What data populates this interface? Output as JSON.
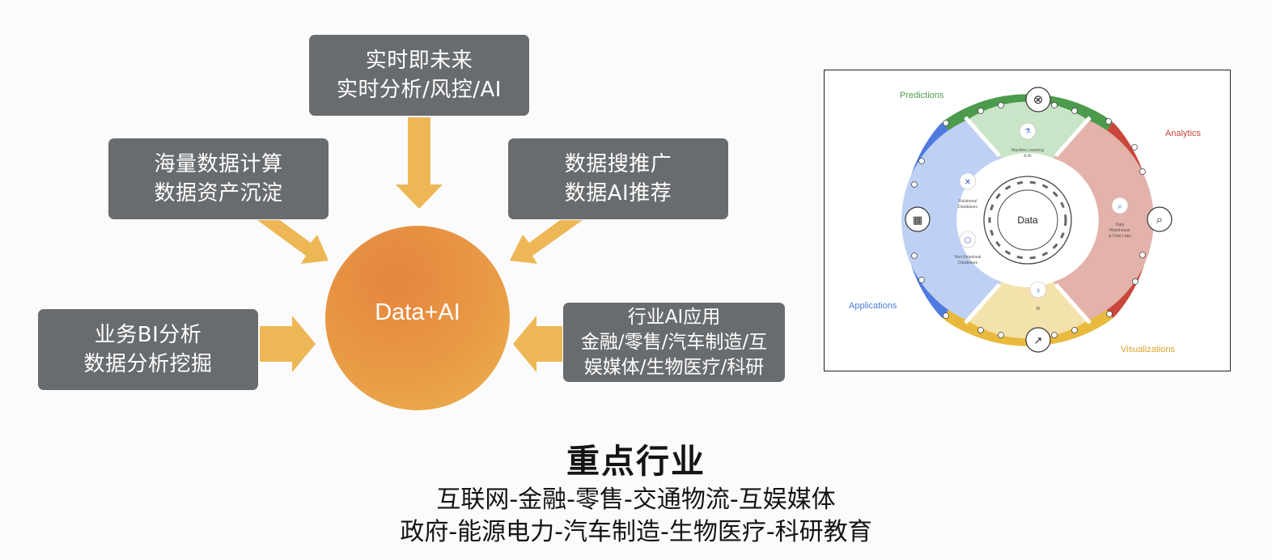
{
  "boxes": {
    "realtime": {
      "line1": "实时即未来",
      "line2": "实时分析/风控/AI"
    },
    "compute": {
      "line1": "海量数据计算",
      "line2": "数据资产沉淀"
    },
    "search": {
      "line1": "数据搜推广",
      "line2": "数据AI推荐"
    },
    "bi": {
      "line1": "业务BI分析",
      "line2": "数据分析挖掘"
    },
    "industry": {
      "line1": "行业AI应用",
      "line2": "金融/零售/汽车制造/互",
      "line3": "娱媒体/生物医疗/科研"
    }
  },
  "hub": {
    "label": "Data+AI"
  },
  "wheel": {
    "center": "Data",
    "outer_labels": {
      "predictions": "Predictions",
      "analytics": "Analytics",
      "applications": "Applications",
      "visualizations": "Visualizations"
    },
    "inner_labels": {
      "ml_line1": "Machine Learning",
      "ml_line2": "& AI",
      "rel_line1": "Relational",
      "rel_line2": "Databases",
      "nonrel_line1": "Non Relational",
      "nonrel_line2": "Databases",
      "dw_line1": "Data",
      "dw_line2": "Warehouse",
      "dw_line3": "& Data Lake",
      "bi": "BI"
    },
    "colors": {
      "green": "#4c9a4c",
      "red": "#c9473a",
      "blue": "#4f7be0",
      "yellow": "#e8b93d"
    }
  },
  "colors": {
    "box": "#696c6f",
    "arrow": "#edb755",
    "hub": "#e8953f"
  },
  "bottom": {
    "title": "重点行业",
    "line1": "互联网-金融-零售-交通物流-互娱媒体",
    "line2": "政府-能源电力-汽车制造-生物医疗-科研教育"
  }
}
